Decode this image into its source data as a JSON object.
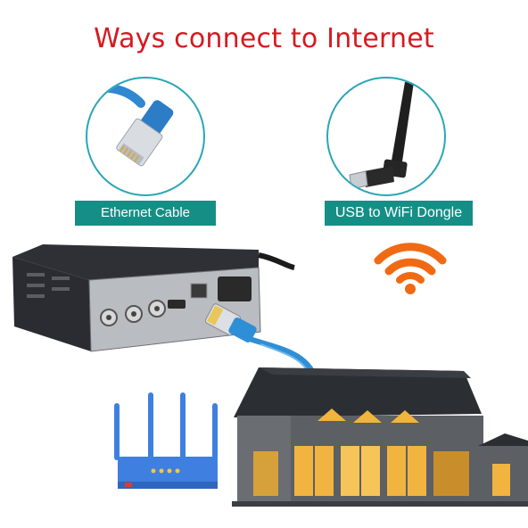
{
  "title": "Ways connect to Internet",
  "options": [
    {
      "label": "Ethernet Cable",
      "icon": "ethernet-cable-icon"
    },
    {
      "label": "USB to WiFi Dongle",
      "icon": "usb-wifi-dongle-icon"
    }
  ],
  "colors": {
    "title": "#d71920",
    "label_bg": "#158f86",
    "circle_border": "#2aa6b5",
    "wifi": "#f06a14",
    "router": "#3f7fe0",
    "cable": "#2f8fd6"
  }
}
